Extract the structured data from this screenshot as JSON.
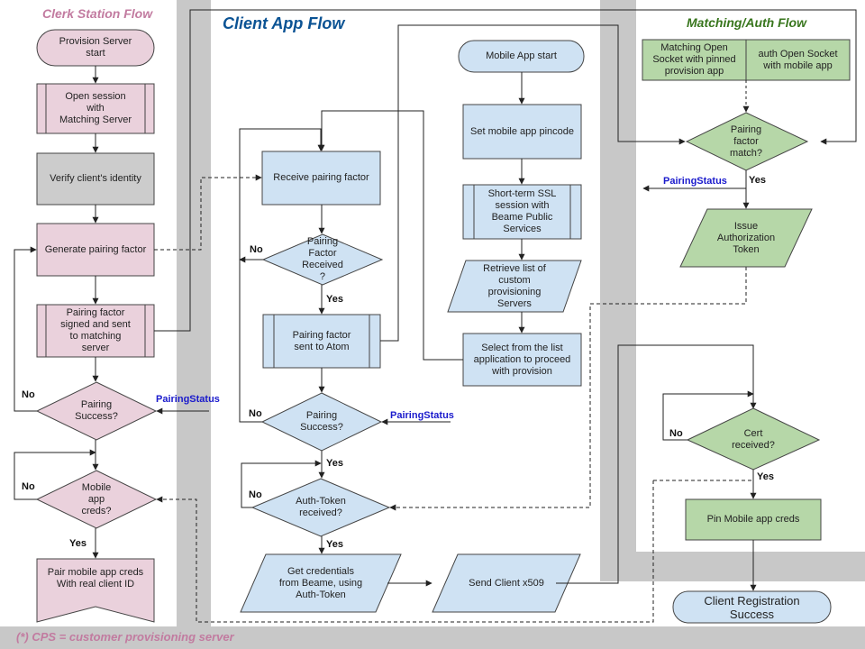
{
  "colors": {
    "pink": "#ead1dc",
    "blue": "#cfe2f3",
    "green": "#b6d7a8",
    "gray": "#cccccc",
    "darkgray": "#c4c4c4",
    "border": "#444444",
    "pinkTitle": "#c27ba0",
    "blueTitle": "#0b5394",
    "greenTitle": "#38761d",
    "statusBlue": "#1a1acc"
  },
  "lanes": {
    "clerk": "Clerk Station Flow",
    "client": "Client App Flow",
    "matching": "Matching/Auth Flow"
  },
  "footnote": "(*) CPS = customer provisioning server",
  "clerk": {
    "start": "Provision Server\nstart",
    "open_session": "Open session\nwith\nMatching Server",
    "verify": "Verify client's identity",
    "generate": "Generate pairing factor",
    "signed": "Pairing factor\nsigned and  sent\nto matching\nserver",
    "pairing_success": "Pairing\nSuccess?",
    "mobile_creds": "Mobile\napp\ncreds?",
    "pair_creds": "Pair mobile app creds\nWith real client ID",
    "status": "PairingStatus",
    "no1": "No",
    "no2": "No",
    "yes": "Yes"
  },
  "client": {
    "receive": "Receive pairing factor",
    "received": "Pairing\nFactor\nReceived\n?",
    "sent_atom": "Pairing factor\nsent to Atom",
    "success": "Pairing\nSuccess?",
    "auth_token": "Auth-Token\nreceived?",
    "get_creds": "Get credentials\nfrom Beame, using\nAuth-Token",
    "send_x509": "Send Client x509",
    "mobile_start": "Mobile App start",
    "pincode": "Set mobile app pincode",
    "ssl": "Short-term SSL\nsession with\nBeame Public\nServices",
    "retrieve": "Retrieve list of\ncustom\nprovisioning\nServers",
    "select": "Select from the list\napplication to proceed\nwith provision",
    "status": "PairingStatus",
    "no1": "No",
    "no2": "No",
    "no3": "No",
    "yes1": "Yes",
    "yes2": "Yes",
    "yes3": "Yes"
  },
  "matching": {
    "open_socket": "Matching Open\nSocket with pinned\nprovision app",
    "auth_socket": "auth Open Socket\nwith mobile app",
    "pairing_match": "Pairing\nfactor\nmatch?",
    "issue": "Issue\nAuthorization\nToken",
    "status": "PairingStatus",
    "yes1": "Yes",
    "cert": "Cert\nreceived?",
    "no": "No",
    "yes2": "Yes",
    "pin": "Pin Mobile app creds",
    "success": "Client Registration\nSuccess"
  }
}
